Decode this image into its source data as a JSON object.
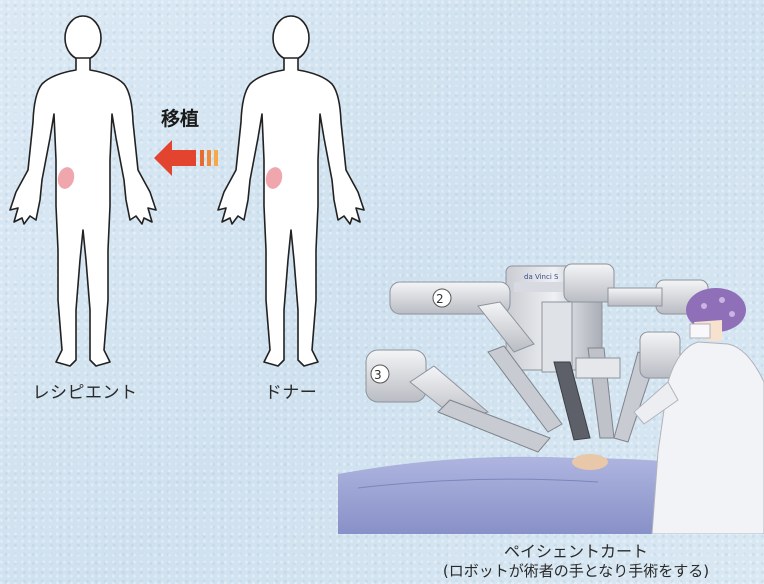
{
  "transplant": {
    "label": "移植"
  },
  "recipient": {
    "label": "レシピエント"
  },
  "donor": {
    "label": "ドナー"
  },
  "robot": {
    "photo_markers": [
      "②",
      "③"
    ],
    "brand_text": "da Vinci S"
  },
  "cart": {
    "title": "ペイシェントカート",
    "subtitle": "(ロボットが術者の手となり手術をする)"
  },
  "colors": {
    "kidney": "#f0a6ad",
    "arrow_red": "#e2442f",
    "arrow_orange": "#f29b3b",
    "drape": "#9aa3d6"
  }
}
